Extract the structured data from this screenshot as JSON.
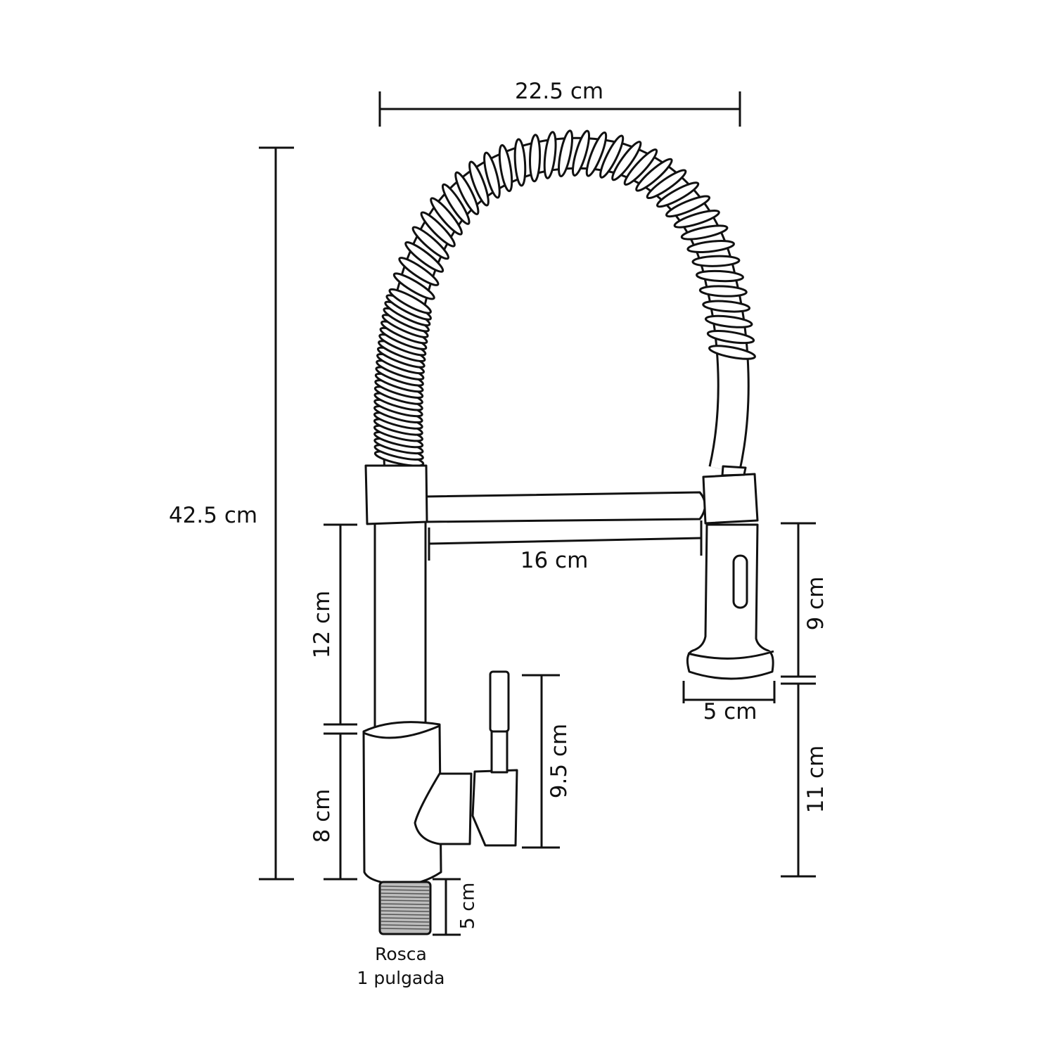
{
  "dimensions": {
    "total_width": "22.5 cm",
    "total_height": "42.5 cm",
    "spout_reach": "16 cm",
    "column_height": "12 cm",
    "base_height": "8 cm",
    "lever_height": "9.5 cm",
    "thread_length": "5 cm",
    "head_height": "9 cm",
    "head_width": "5 cm",
    "head_clearance": "11 cm"
  },
  "thread_note": {
    "line1": "Rosca",
    "line2": "1 pulgada"
  },
  "colors": {
    "line": "#111111",
    "thread_fill": "#bdbdbd"
  }
}
